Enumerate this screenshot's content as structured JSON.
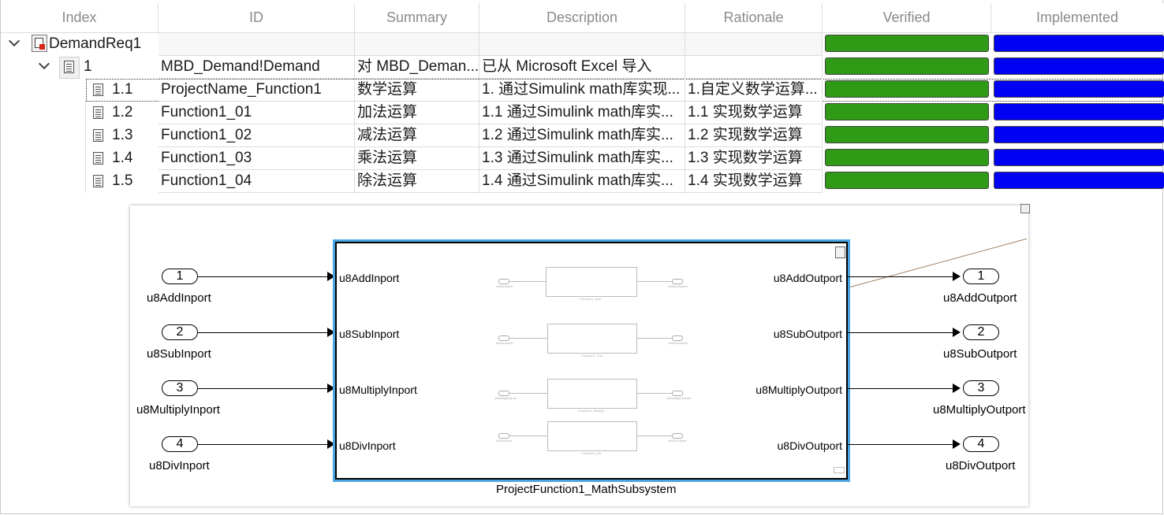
{
  "table": {
    "headers": {
      "index": "Index",
      "id": "ID",
      "summary": "Summary",
      "description": "Description",
      "rationale": "Rationale",
      "verified": "Verified",
      "implemented": "Implemented"
    },
    "root": {
      "label": "DemandReq1"
    },
    "rows": [
      {
        "index": "1",
        "id": "MBD_Demand!Demand",
        "summary": "对 MBD_Deman...",
        "description": "已从 Microsoft Excel 导入",
        "rationale": ""
      },
      {
        "index": "1.1",
        "id": "ProjectName_Function1",
        "summary": "数学运算",
        "description": "1. 通过Simulink math库实现...",
        "rationale": "1.自定义数学运算..."
      },
      {
        "index": "1.2",
        "id": "Function1_01",
        "summary": "加法运算",
        "description": "1.1 通过Simulink math库实...",
        "rationale": "1.1 实现数学运算"
      },
      {
        "index": "1.3",
        "id": "Function1_02",
        "summary": "减法运算",
        "description": "1.2 通过Simulink math库实...",
        "rationale": "1.2 实现数学运算"
      },
      {
        "index": "1.4",
        "id": "Function1_03",
        "summary": "乘法运算",
        "description": "1.3 通过Simulink math库实...",
        "rationale": "1.3 实现数学运算"
      },
      {
        "index": "1.5",
        "id": "Function1_04",
        "summary": "除法运算",
        "description": "1.4 通过Simulink math库实...",
        "rationale": "1.4 实现数学运算"
      }
    ],
    "colors": {
      "verified": "#2e9a16",
      "implemented": "#0000f2"
    }
  },
  "diagram": {
    "subsystem_name": "ProjectFunction1_MathSubsystem",
    "inports": [
      {
        "num": "1",
        "name": "u8AddInport"
      },
      {
        "num": "2",
        "name": "u8SubInport"
      },
      {
        "num": "3",
        "name": "u8MultiplyInport"
      },
      {
        "num": "4",
        "name": "u8DivInport"
      }
    ],
    "outports": [
      {
        "num": "1",
        "name": "u8AddOutport"
      },
      {
        "num": "2",
        "name": "u8SubOutport"
      },
      {
        "num": "3",
        "name": "u8MultiplyOutport"
      },
      {
        "num": "4",
        "name": "u8DivOutport"
      }
    ],
    "inner_blocks": [
      {
        "name": "Function1_Add",
        "in": "u8AddInport",
        "out": "u8AddOutport"
      },
      {
        "name": "Function1_Sub",
        "in": "u8SubInport",
        "out": "u8SubOutport"
      },
      {
        "name": "Function1_Multiply",
        "in": "u8MultiplyInport",
        "out": "u8MultiplyOutport"
      },
      {
        "name": "Function1_Div",
        "in": "u8DivInport",
        "out": "u8DivOutport"
      }
    ]
  }
}
